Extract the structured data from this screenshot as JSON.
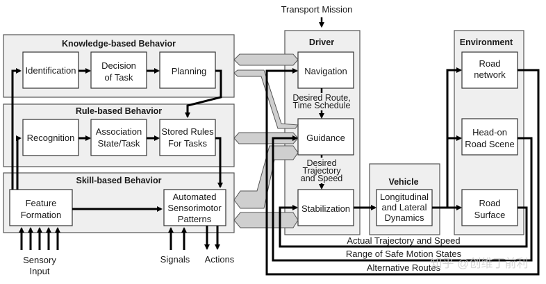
{
  "header": {
    "input_label": "Transport Mission"
  },
  "behavior_levels": {
    "knowledge": {
      "title": "Knowledge-based Behavior",
      "boxes": [
        {
          "lines": [
            "Identification"
          ]
        },
        {
          "lines": [
            "Decision",
            "of Task"
          ]
        },
        {
          "lines": [
            "Planning"
          ]
        }
      ]
    },
    "rule": {
      "title": "Rule-based Behavior",
      "boxes": [
        {
          "lines": [
            "Recognition"
          ]
        },
        {
          "lines": [
            "Association",
            "State/Task"
          ]
        },
        {
          "lines": [
            "Stored Rules",
            "For Tasks"
          ]
        }
      ]
    },
    "skill": {
      "title": "Skill-based Behavior",
      "boxes": [
        {
          "lines": [
            "Feature",
            "Formation"
          ]
        },
        {
          "lines": [
            "Automated",
            "Sensorimotor",
            "Patterns"
          ]
        }
      ]
    }
  },
  "io_labels": {
    "sensory": [
      "Sensory",
      "Input"
    ],
    "signals": "Signals",
    "actions": "Actions"
  },
  "driver": {
    "title": "Driver",
    "navigation": "Navigation",
    "route_label": [
      "Desired Route,",
      "Time Schedule"
    ],
    "guidance": "Guidance",
    "trajectory_label": [
      "Desired",
      "Trajectory",
      "and Speed"
    ],
    "stabilization": "Stabilization"
  },
  "vehicle": {
    "title": "Vehicle",
    "box": [
      "Longitudinal",
      "and Lateral",
      "Dynamics"
    ]
  },
  "environment": {
    "title": "Environment",
    "boxes": [
      [
        "Road",
        "network"
      ],
      [
        "Head-on",
        "Road Scene"
      ],
      [
        "Road",
        "Surface"
      ]
    ]
  },
  "feedback": {
    "actual": "Actual Trajectory and Speed",
    "safe": "Range of Safe Motion States",
    "routes": "Alternative Routes"
  },
  "watermark": "知乎 @创维丁前利"
}
